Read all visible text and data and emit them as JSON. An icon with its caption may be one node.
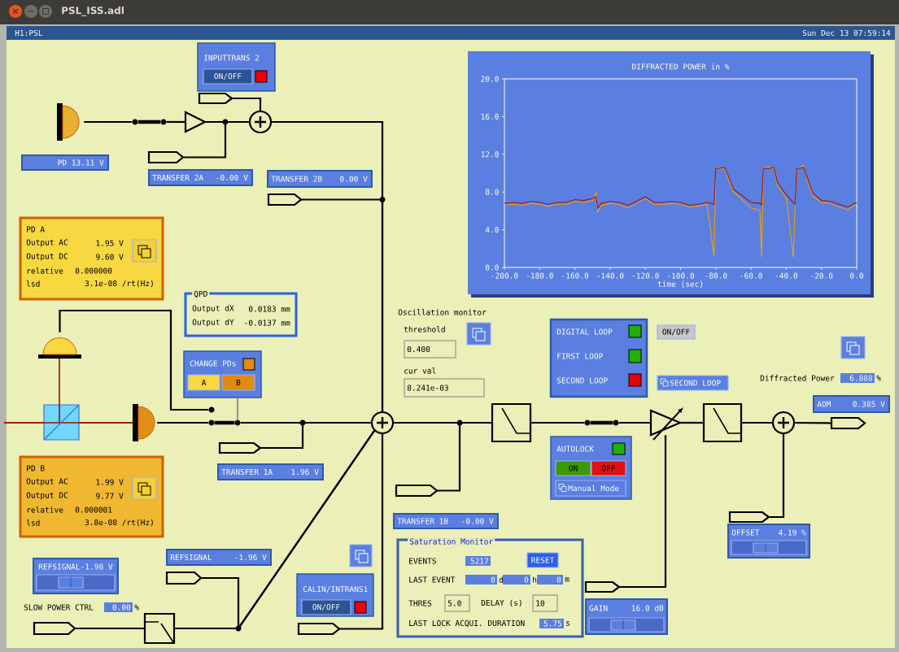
{
  "diagram": {
    "title": "PSL_ISS.adl",
    "nodes": [
      {
        "text": [
          "INPUTTRANS 2"
        ]
      },
      {
        "text": [
          "ON/OFF"
        ],
        "in": 0
      },
      {
        "text": [],
        "shape": "pentagon"
      },
      {
        "text": [],
        "shape": "semicircle"
      },
      {
        "text": [],
        "shape": "circle"
      },
      {
        "text": [],
        "shape": "circle"
      },
      {
        "text": [],
        "shape": "triangle"
      },
      {
        "text": [],
        "shape": "circle"
      },
      {
        "text": [
          "PD 13.11 V"
        ]
      },
      {
        "text": [],
        "shape": "pentagon"
      },
      {
        "text": [
          "TRANSFER 2A",
          "-0.00 V"
        ]
      },
      {
        "text": [
          "TRANSFER 2B",
          "0.00 V"
        ]
      },
      {
        "text": [],
        "shape": "pentagon"
      },
      {
        "text": [
          "PD A",
          "Output AC",
          "1.95 V",
          "Output DC",
          "9.60 V",
          "relative",
          "0.000000",
          "lsd",
          "3.1e-08 /rt(Hz)"
        ]
      },
      {
        "text": [
          "QPD",
          "Output dX",
          "0.0183 mm",
          "Output dY",
          "-0.0137 mm"
        ]
      },
      {
        "text": [],
        "shape": "semicircle"
      },
      {
        "text": [
          "CHANGE PDs"
        ]
      },
      {
        "text": [
          "A"
        ],
        "in": 16
      },
      {
        "text": [
          "B"
        ],
        "in": 16
      },
      {
        "text": [],
        "shape": "circle"
      },
      {
        "text": [],
        "shape": "semicircle"
      },
      {
        "text": [],
        "shape": "circle"
      },
      {
        "text": [],
        "shape": "circle"
      },
      {
        "text": [],
        "shape": "circle"
      },
      {
        "text": [],
        "shape": "pentagon"
      },
      {
        "text": [
          "TRANSFER 1A",
          "1.96 V"
        ]
      },
      {
        "text": [
          "PD B",
          "Output AC",
          "1.99 V",
          "Output DC",
          "9.77 V",
          "relative",
          "0.000001",
          "lsd",
          "3.8e-08 /rt(Hz)"
        ]
      },
      {
        "text": [
          "REFSIGNAL",
          "-1.96 V"
        ]
      },
      {
        "text": [
          "REFSIGNAL-1.98 V"
        ]
      },
      {
        "text": [],
        "shape": "pentagon"
      },
      {
        "text": [
          "0.00"
        ],
        "beside": [
          "%"
        ]
      },
      {
        "text": [
          "CALIN/INTRANS1"
        ]
      },
      {
        "text": [
          "ON/OFF"
        ],
        "in": 31
      },
      {
        "text": [],
        "shape": "pentagon"
      },
      {
        "text": [],
        "shape": "box"
      },
      {
        "text": [],
        "shape": "pentagon"
      },
      {
        "text": [
          "0.400"
        ]
      },
      {
        "text": [
          "DIGITAL LOOP",
          "FIRST LOOP",
          "SECOND LOOP"
        ]
      },
      {
        "text": [
          "ON/OFF"
        ]
      },
      {
        "text": [
          "8.241e-03"
        ]
      },
      {
        "text": [
          "SECOND LOOP"
        ]
      },
      {
        "text": [
          "6.888"
        ],
        "beside": [
          "%"
        ]
      },
      {
        "text": [
          "AOM",
          "0.385 V"
        ]
      },
      {
        "text": [],
        "shape": "box"
      },
      {
        "text": [],
        "shape": "circle"
      },
      {
        "text": [],
        "shape": "circle"
      },
      {
        "text": [],
        "shape": "triangle"
      },
      {
        "text": [],
        "shape": "box"
      },
      {
        "text": [],
        "shape": "circle"
      },
      {
        "text": [],
        "shape": "pentagon"
      },
      {
        "text": [
          "AUTOLOCK"
        ]
      },
      {
        "text": [
          "ON"
        ],
        "in": 50
      },
      {
        "text": [
          "OFF"
        ],
        "in": 50
      },
      {
        "text": [
          "Manual Mode"
        ],
        "in": 50
      },
      {
        "text": [],
        "shape": "pentagon"
      },
      {
        "text": [],
        "shape": "pentagon"
      },
      {
        "text": [
          "TRANSFER 1B",
          "-0.00 V"
        ]
      },
      {
        "text": [
          "OFFSET",
          "4.19 %"
        ]
      },
      {
        "text": [
          "Saturation Monitor",
          "EVENTS",
          "LAST EVENT",
          "THRES",
          "DELAY (s)",
          "LAST LOCK ACQUI. DURATION"
        ]
      },
      {
        "text": [
          "5217"
        ],
        "in": 58
      },
      {
        "text": [
          "RESET"
        ],
        "in": 58
      },
      {
        "text": [
          "0"
        ],
        "beside": [
          "d"
        ],
        "in": 58
      },
      {
        "text": [
          "0"
        ],
        "beside": [
          "h"
        ],
        "in": 58
      },
      {
        "text": [
          "0"
        ],
        "beside": [
          "m"
        ],
        "in": 58
      },
      {
        "text": [],
        "shape": "pentagon"
      },
      {
        "text": [
          "5.0"
        ],
        "in": 58
      },
      {
        "text": [
          "10"
        ],
        "in": 58
      },
      {
        "text": [
          "GAIN",
          "16.0 dB"
        ]
      },
      {
        "text": [
          "5.75"
        ],
        "beside": [
          "s"
        ],
        "in": 58
      }
    ],
    "edges": [
      {
        "from": 3,
        "to": 4,
        "arrow": "none"
      },
      {
        "from": 4,
        "to": 5,
        "arrow": "none",
        "style": "thick"
      },
      {
        "from": 5,
        "to": 6,
        "arrow": "none"
      },
      {
        "from": 6,
        "to": 7,
        "arrow": "none"
      },
      {
        "from": 9,
        "to": 7,
        "arrow": "none"
      },
      {
        "from": 2,
        "to": 7,
        "arrow": "none"
      },
      {
        "from": 7,
        "to": 23,
        "arrow": "none"
      },
      {
        "from": 12,
        "to": 23,
        "arrow": "none"
      },
      {
        "from": 15,
        "to": 19,
        "arrow": "none"
      },
      {
        "from": 20,
        "to": 21,
        "arrow": "none"
      },
      {
        "from": 21,
        "to": 22,
        "arrow": "none",
        "style": "thick"
      },
      {
        "from": 22,
        "to": 23,
        "arrow": "none"
      },
      {
        "from": 16,
        "to": 22,
        "arrow": "none",
        "color": "#999999"
      },
      {
        "from": 24,
        "to": 23,
        "arrow": "none"
      },
      {
        "from": 33,
        "to": 34,
        "arrow": "none"
      },
      {
        "from": 34,
        "to": 23,
        "arrow": "none"
      },
      {
        "from": 29,
        "to": 23,
        "arrow": "none"
      },
      {
        "from": 35,
        "to": 23,
        "arrow": "none"
      },
      {
        "from": 23,
        "to": 43,
        "arrow": "none"
      },
      {
        "from": 54,
        "to": 43,
        "arrow": "none"
      },
      {
        "from": 43,
        "to": 44,
        "arrow": "none"
      },
      {
        "from": 44,
        "to": 45,
        "arrow": "none",
        "style": "thick"
      },
      {
        "from": 45,
        "to": 46,
        "arrow": "none"
      },
      {
        "from": 64,
        "to": 46,
        "arrow": "none"
      },
      {
        "from": 46,
        "to": 47,
        "arrow": "none"
      },
      {
        "from": 47,
        "to": 48,
        "arrow": "none"
      },
      {
        "from": 48,
        "to": 49,
        "arrow": "none"
      },
      {
        "from": 55,
        "to": 48,
        "arrow": "none"
      }
    ],
    "labels": [
      "H1:PSL",
      "Sun Dec 13 07:59:14",
      "SLOW POWER CTRL",
      "Oscillation monitor",
      "threshold",
      "cur val",
      "Diffracted Power"
    ],
    "chart_data": {
      "type": "line",
      "title": "DIFFRACTED POWER in %",
      "xlabel": "time (sec)",
      "x": [
        -200,
        -195,
        -190,
        -185,
        -180,
        -175,
        -170,
        -165,
        -160,
        -155,
        -150,
        -148,
        -147,
        -145,
        -140,
        -135,
        -130,
        -125,
        -120,
        -115,
        -110,
        -105,
        -100,
        -95,
        -90,
        -85,
        -81,
        -80,
        -79,
        -75,
        -72,
        -70,
        -65,
        -60,
        -55,
        -54,
        -53,
        -50,
        -47,
        -45,
        -40,
        -36,
        -35,
        -34,
        -30,
        -28,
        -25,
        -20,
        -15,
        -10,
        -5,
        0
      ],
      "series": [
        {
          "color": "#f0a000",
          "values": [
            6.6,
            6.7,
            6.6,
            6.8,
            6.7,
            6.5,
            6.7,
            6.7,
            7.0,
            6.9,
            7.1,
            8.0,
            5.9,
            6.6,
            6.8,
            6.7,
            6.3,
            6.8,
            7.3,
            6.7,
            6.7,
            6.8,
            6.7,
            6.4,
            6.5,
            6.7,
            1.2,
            10.5,
            10.6,
            10.4,
            9.0,
            8.0,
            7.2,
            6.3,
            6.1,
            1.1,
            10.5,
            10.7,
            10.4,
            8.7,
            7.4,
            1.1,
            6.4,
            10.5,
            10.8,
            9.2,
            7.6,
            6.9,
            6.8,
            6.4,
            6.1,
            6.8
          ]
        },
        {
          "color": "#a01020",
          "values": [
            6.8,
            6.9,
            6.8,
            7.0,
            6.9,
            6.7,
            6.9,
            6.9,
            7.2,
            7.1,
            7.3,
            7.5,
            6.3,
            6.8,
            7.0,
            6.9,
            6.6,
            7.0,
            7.5,
            6.9,
            6.9,
            7.0,
            6.9,
            6.6,
            6.7,
            6.9,
            6.7,
            10.5,
            10.5,
            10.6,
            9.3,
            8.3,
            7.6,
            6.9,
            6.8,
            6.6,
            10.5,
            10.5,
            10.6,
            9.0,
            7.7,
            6.9,
            6.7,
            10.5,
            10.6,
            9.5,
            7.9,
            7.1,
            7.0,
            6.7,
            6.4,
            6.9
          ]
        }
      ],
      "xlim": [
        -200,
        0
      ],
      "ylim": [
        0,
        20
      ],
      "xticks": [
        {
          "value": -200,
          "label": "-200.0"
        },
        {
          "value": -180,
          "label": "-180.0"
        },
        {
          "value": -160,
          "label": "-160.0"
        },
        {
          "value": -140,
          "label": "-140.0"
        },
        {
          "value": -120,
          "label": "-120.0"
        },
        {
          "value": -100,
          "label": "-100.0"
        },
        {
          "value": -80,
          "label": "-80.0"
        },
        {
          "value": -60,
          "label": "-60.0"
        },
        {
          "value": -40,
          "label": "-40.0"
        },
        {
          "value": -20,
          "label": "-20.0"
        },
        {
          "value": 0,
          "label": "0.0"
        }
      ],
      "yticks": [
        {
          "value": 0,
          "label": "0.0"
        },
        {
          "value": 4,
          "label": "4.0"
        },
        {
          "value": 8,
          "label": "8.0"
        },
        {
          "value": 12,
          "label": "12.0"
        },
        {
          "value": 16,
          "label": "16.0"
        },
        {
          "value": 20,
          "label": "20.0"
        }
      ]
    }
  }
}
